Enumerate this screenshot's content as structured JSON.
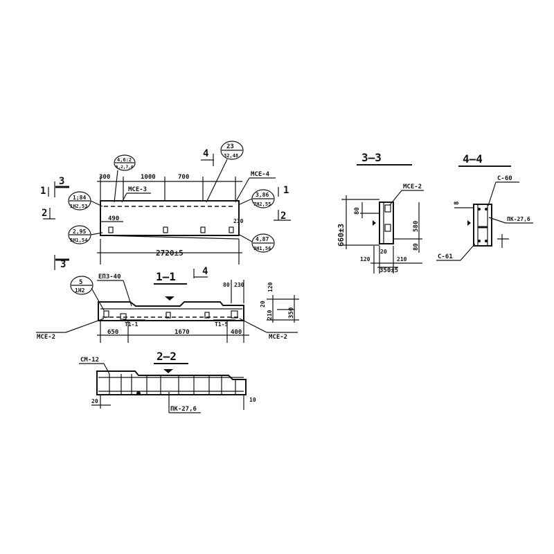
{
  "plan": {
    "cut_3": "3",
    "cut_1": "1",
    "cut_2": "2",
    "cut_4": "4",
    "dim_300": "300",
    "dim_1000": "1000",
    "dim_700": "700",
    "dim_490": "490",
    "dim_230": "230",
    "dim_length": "2720±5",
    "lbl_mcf3": "МСЕ-3",
    "lbl_mcf4": "МСЕ-4",
    "bubble_top_a": "4,6:2",
    "bubble_top_b": "6,2,7,4",
    "bubble_23_a": "23",
    "bubble_23_b": "32,48",
    "bubble_l1_a": "1;84",
    "bubble_l1_b": "1Н2,53",
    "bubble_l2_a": "2,95",
    "bubble_l2_b": "5Н1,54",
    "bubble_r1_a": "3,86",
    "bubble_r1_b": "7Н2,55",
    "bubble_r2_a": "4,87",
    "bubble_r2_b": "9Н1,56"
  },
  "section_11": {
    "title": "1—1",
    "bubble_a": "5",
    "bubble_b": "1Н2",
    "lbl_enz": "ЕПЗ-40",
    "lbl_mcf2_left": "МСЕ-2",
    "lbl_mcf2_right": "МСЕ-2",
    "lbl_t11_left": "Т1-1",
    "lbl_t11_right": "Т1-5",
    "dim_650": "650",
    "dim_1670": "1670",
    "dim_400": "400",
    "dim_80": "80",
    "dim_230": "230",
    "dim_120": "120",
    "dim_20": "20",
    "dim_210": "210",
    "dim_350": "350"
  },
  "section_22": {
    "title": "2—2",
    "lbl_cm": "СМ-12",
    "lbl_pk": "ПК-27,6",
    "dim_20": "20",
    "dim_10": "10"
  },
  "section_33": {
    "title": "3—3",
    "lbl_mcf2": "МСЕ-2",
    "dim_660": "660±3",
    "dim_80_top": "80",
    "dim_580": "580",
    "dim_80_bottom": "80",
    "dim_120": "120",
    "dim_20": "20",
    "dim_210": "210",
    "dim_350": "350±5"
  },
  "section_44": {
    "title": "4—4",
    "lbl_c60": "С-60",
    "lbl_pk": "ПК-27,6",
    "lbl_c61": "С-61",
    "dim_8": "8"
  }
}
